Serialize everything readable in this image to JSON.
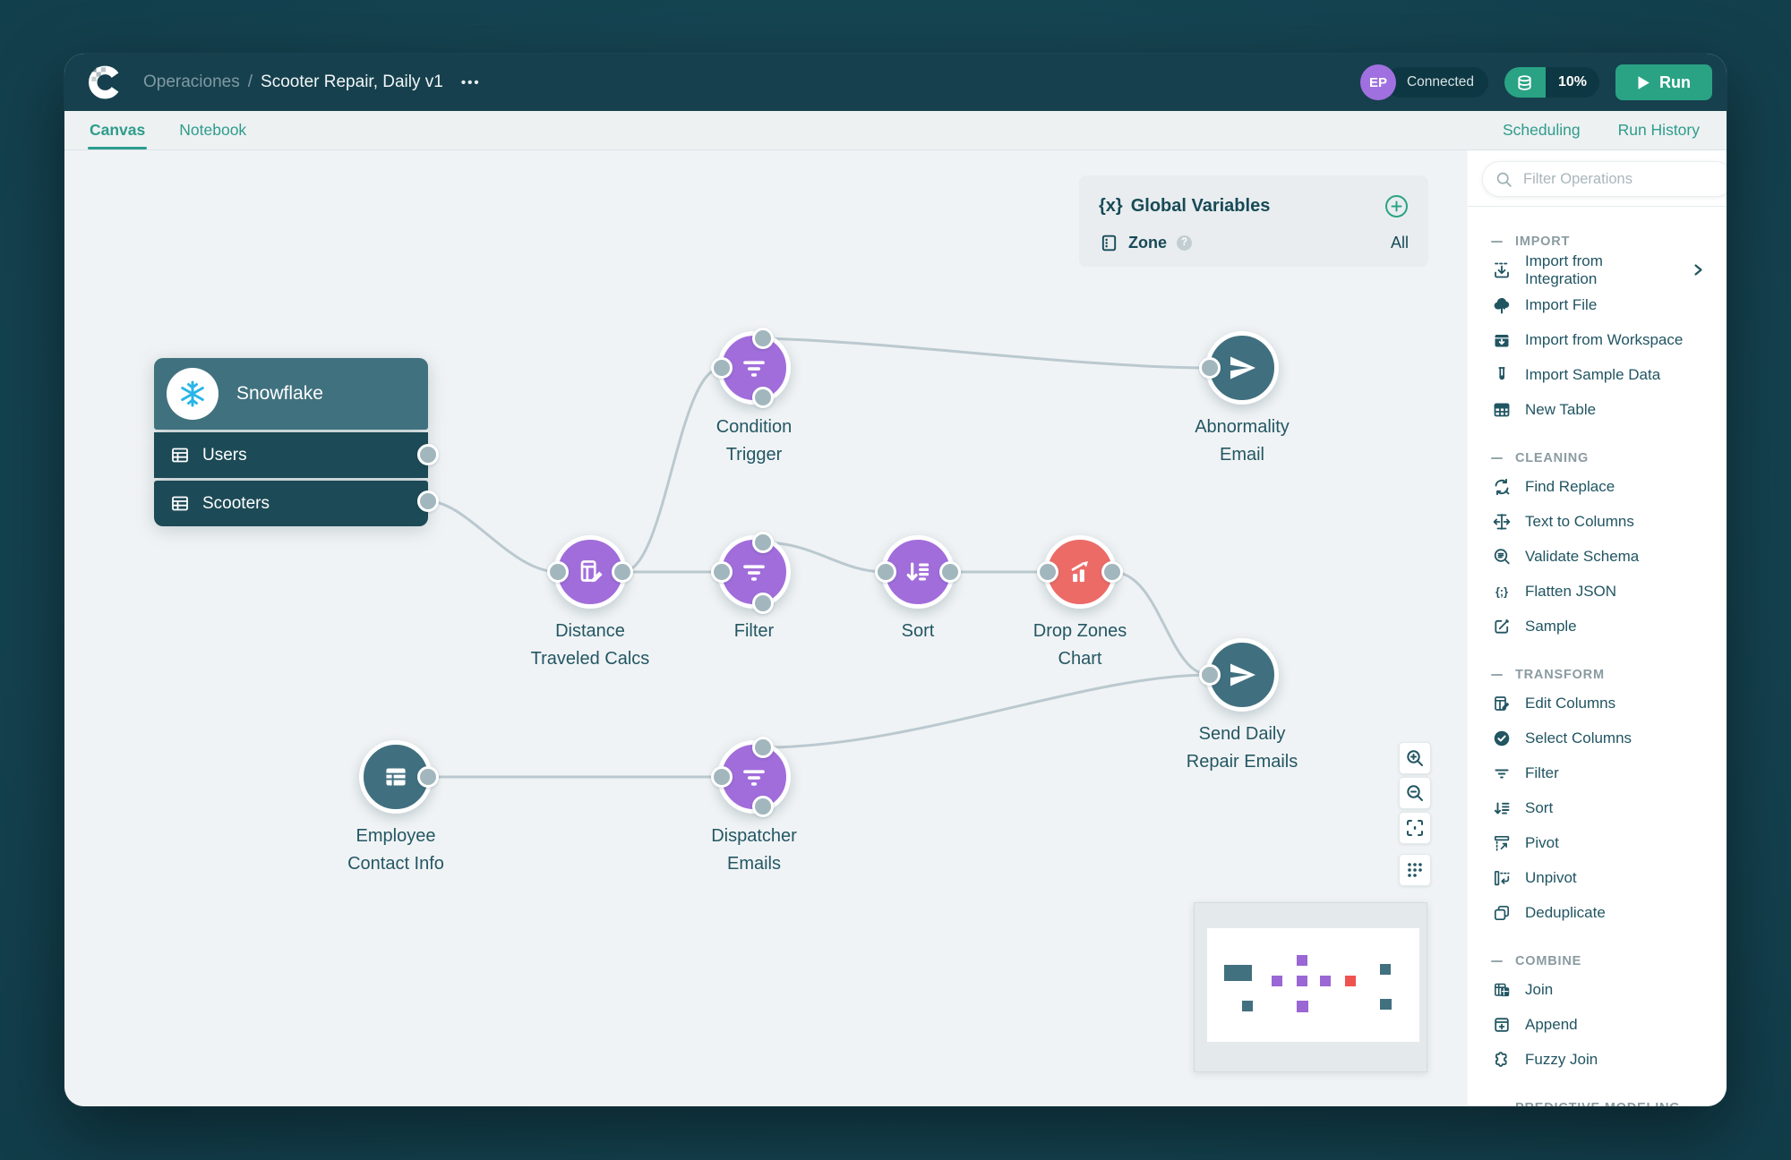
{
  "header": {
    "breadcrumb": {
      "workspace": "Operaciones",
      "separator": "/",
      "title": "Scooter Repair, Daily v1"
    },
    "more_label": "•••",
    "avatar_initials": "EP",
    "connection_status": "Connected",
    "usage_percent": "10%",
    "run_label": "Run"
  },
  "tabs": {
    "canvas": "Canvas",
    "notebook": "Notebook",
    "scheduling": "Scheduling",
    "run_history": "Run History"
  },
  "global_variables": {
    "prefix": "{x}",
    "title": "Global Variables",
    "rows": [
      {
        "name": "Zone",
        "help": "?",
        "value": "All"
      }
    ]
  },
  "workflow": {
    "source_group": {
      "title": "Snowflake",
      "tables": [
        {
          "label": "Users"
        },
        {
          "label": "Scooters"
        }
      ]
    },
    "nodes": [
      {
        "id": "condition-trigger",
        "line1": "Condition",
        "line2": "Trigger",
        "icon": "filter-icon",
        "color": "#a16ddb"
      },
      {
        "id": "abnormality-email",
        "line1": "Abnormality",
        "line2": "Email",
        "icon": "send-icon",
        "color": "#40707f"
      },
      {
        "id": "distance-traveled-calcs",
        "line1": "Distance",
        "line2": "Traveled Calcs",
        "icon": "edit-columns-icon",
        "color": "#a16ddb"
      },
      {
        "id": "filter",
        "line1": "Filter",
        "icon": "filter-icon",
        "color": "#a16ddb"
      },
      {
        "id": "sort",
        "line1": "Sort",
        "icon": "sort-icon",
        "color": "#a16ddb"
      },
      {
        "id": "drop-zones-chart",
        "line1": "Drop Zones",
        "line2": "Chart",
        "icon": "bar-chart-icon",
        "color": "#ec6b67"
      },
      {
        "id": "send-daily-repair-emails",
        "line1": "Send Daily",
        "line2": "Repair Emails",
        "icon": "send-icon",
        "color": "#40707f"
      },
      {
        "id": "employee-contact-info",
        "line1": "Employee",
        "line2": "Contact Info",
        "icon": "table-icon",
        "color": "#40707f"
      },
      {
        "id": "dispatcher-emails",
        "line1": "Dispatcher",
        "line2": "Emails",
        "icon": "filter-icon",
        "color": "#a16ddb"
      }
    ]
  },
  "sidebar": {
    "search_placeholder": "Filter Operations",
    "sections": [
      {
        "title": "IMPORT",
        "items": [
          {
            "label": "Import from Integration",
            "icon": "import-integration-icon",
            "has_submenu": true
          },
          {
            "label": "Import File",
            "icon": "import-file-icon"
          },
          {
            "label": "Import from Workspace",
            "icon": "import-workspace-icon"
          },
          {
            "label": "Import Sample Data",
            "icon": "sample-data-icon"
          },
          {
            "label": "New Table",
            "icon": "new-table-icon"
          }
        ]
      },
      {
        "title": "CLEANING",
        "items": [
          {
            "label": "Find Replace",
            "icon": "find-replace-icon"
          },
          {
            "label": "Text to Columns",
            "icon": "text-to-columns-icon"
          },
          {
            "label": "Validate Schema",
            "icon": "validate-schema-icon"
          },
          {
            "label": "Flatten JSON",
            "icon": "flatten-json-icon"
          },
          {
            "label": "Sample",
            "icon": "sample-icon"
          }
        ]
      },
      {
        "title": "TRANSFORM",
        "items": [
          {
            "label": "Edit Columns",
            "icon": "edit-columns-icon"
          },
          {
            "label": "Select Columns",
            "icon": "select-columns-icon"
          },
          {
            "label": "Filter",
            "icon": "filter-icon"
          },
          {
            "label": "Sort",
            "icon": "sort-icon"
          },
          {
            "label": "Pivot",
            "icon": "pivot-icon"
          },
          {
            "label": "Unpivot",
            "icon": "unpivot-icon"
          },
          {
            "label": "Deduplicate",
            "icon": "deduplicate-icon"
          }
        ]
      },
      {
        "title": "COMBINE",
        "items": [
          {
            "label": "Join",
            "icon": "join-icon"
          },
          {
            "label": "Append",
            "icon": "append-icon"
          },
          {
            "label": "Fuzzy Join",
            "icon": "fuzzy-join-icon"
          }
        ]
      },
      {
        "title": "PREDICTIVE MODELING",
        "items": []
      }
    ]
  },
  "colors": {
    "header_bg": "#16404d",
    "accent_green": "#2aa385",
    "node_purple": "#a16ddb",
    "node_red": "#ec6b67",
    "node_teal": "#40707f",
    "snowflake_row": "#1c4a56",
    "canvas_bg": "#f0f3f5",
    "edge": "#bac9cf",
    "text_teal": "#235763",
    "avatar_purple": "#a070e0",
    "snowflake_blue": "#29b5e8"
  }
}
